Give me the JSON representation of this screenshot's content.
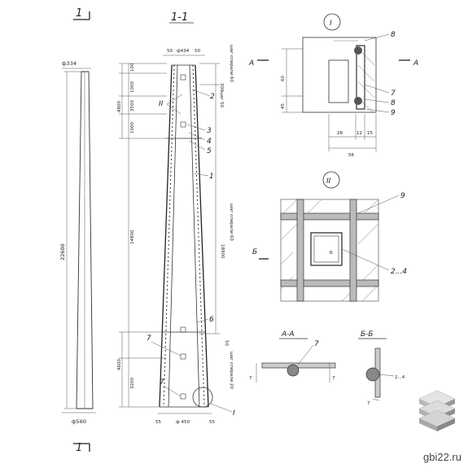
{
  "section_mark": "1",
  "section_title": "1-1",
  "node_I": "I",
  "node_II": "II",
  "cut_A": "А",
  "cut_B": "Б",
  "section_AA": "А-А",
  "section_BB": "Б-Б",
  "elevation": {
    "dia_top": "ф334",
    "dia_bottom": "ф560",
    "total_length": "22600"
  },
  "section": {
    "top_50_left": "50",
    "top_dia": "ф434",
    "top_50_right": "50",
    "dims_left": [
      "100",
      "1000",
      "4800",
      "3500",
      "1000",
      "14800",
      "4600",
      "3200"
    ],
    "dim_right_300": "300",
    "dim_right_18900": "18900",
    "dim_right_50": "50",
    "text_right_top": "шаг спирали 60",
    "text_right_top_short": "шаг 50",
    "text_right_mid": "шаг спирали 60",
    "text_right_bot": "шаг спирали 20",
    "leaders": [
      "2",
      "3",
      "4",
      "5",
      "1",
      "6",
      "7",
      "7"
    ],
    "node_II_leader": "II",
    "bottom_55_left": "55",
    "bottom_dia": "ф 450",
    "bottom_55_right": "55",
    "node_I_leader": "I"
  },
  "detail_I": {
    "dims_left": [
      "60",
      "45"
    ],
    "dims_bottom": [
      "28",
      "12",
      "15"
    ],
    "total": "56",
    "leaders": [
      "8",
      "7",
      "8",
      "9"
    ]
  },
  "detail_II": {
    "leaders": [
      "9",
      "2...4"
    ]
  },
  "section_AA_leader": "7",
  "section_AA_dims": [
    "7",
    "7"
  ],
  "section_BB_leaders": [
    "2...4",
    "7"
  ],
  "watermark_text": "gbi22.ru",
  "logo_icon": "stacked-slabs-logo-icon"
}
